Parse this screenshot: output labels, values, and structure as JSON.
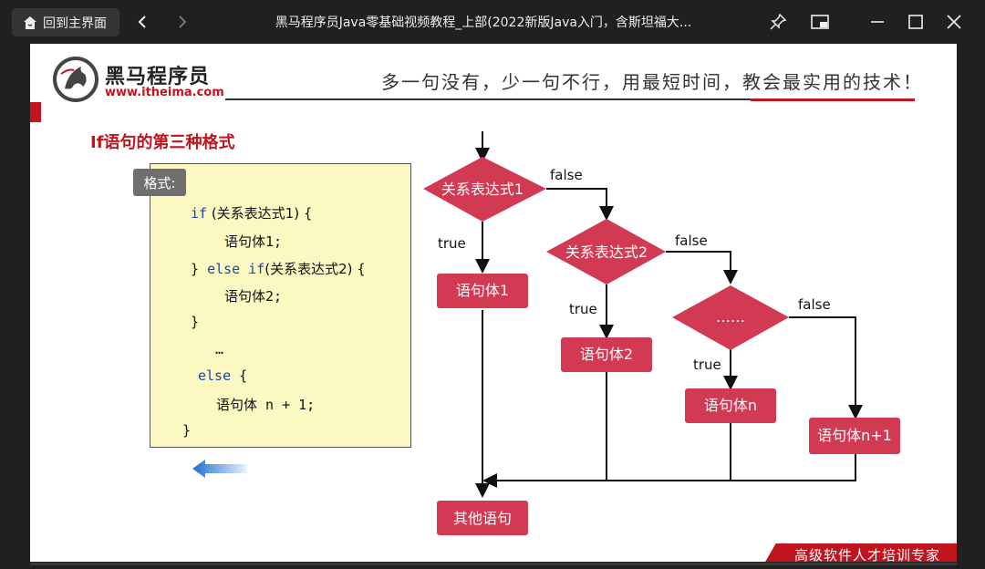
{
  "window": {
    "home_label": "回到主界面",
    "title": "黑马程序员Java零基础视频教程_上部(2022新版Java入门，含斯坦福大..."
  },
  "slide": {
    "logo_name": "黑马程序员",
    "logo_url": "www.itheima.com",
    "slogan": "多一句没有，少一句不行，用最短时间，教会最实用的技术！",
    "section_title": "If语句的第三种格式",
    "code_badge": "格式:",
    "code": {
      "l1_kw": "if",
      "l1_rest": " (关系表达式1) {",
      "l2": "语句体1;",
      "l3_a": "} ",
      "l3_kw1": "else",
      "l3_b": " ",
      "l3_kw2": "if",
      "l3_rest": "(关系表达式2) {",
      "l4": "语句体2;",
      "l5": "}",
      "l6": "…",
      "l7_kw": "else",
      "l7_rest": " {",
      "l8": "语句体 n + 1;",
      "l9": "}"
    },
    "flow": {
      "cond1": "关系表达式1",
      "cond2": "关系表达式2",
      "cond3": "……",
      "true_label": "true",
      "false_label": "false",
      "body1": "语句体1",
      "body2": "语句体2",
      "bodyn": "语句体n",
      "bodyn1": "语句体n+1",
      "other": "其他语句"
    },
    "footer": "高级软件人才培训专家"
  },
  "colors": {
    "accent_red": "#c0141e",
    "flow_red": "#d13a52",
    "code_bg": "#fbf8c2"
  }
}
